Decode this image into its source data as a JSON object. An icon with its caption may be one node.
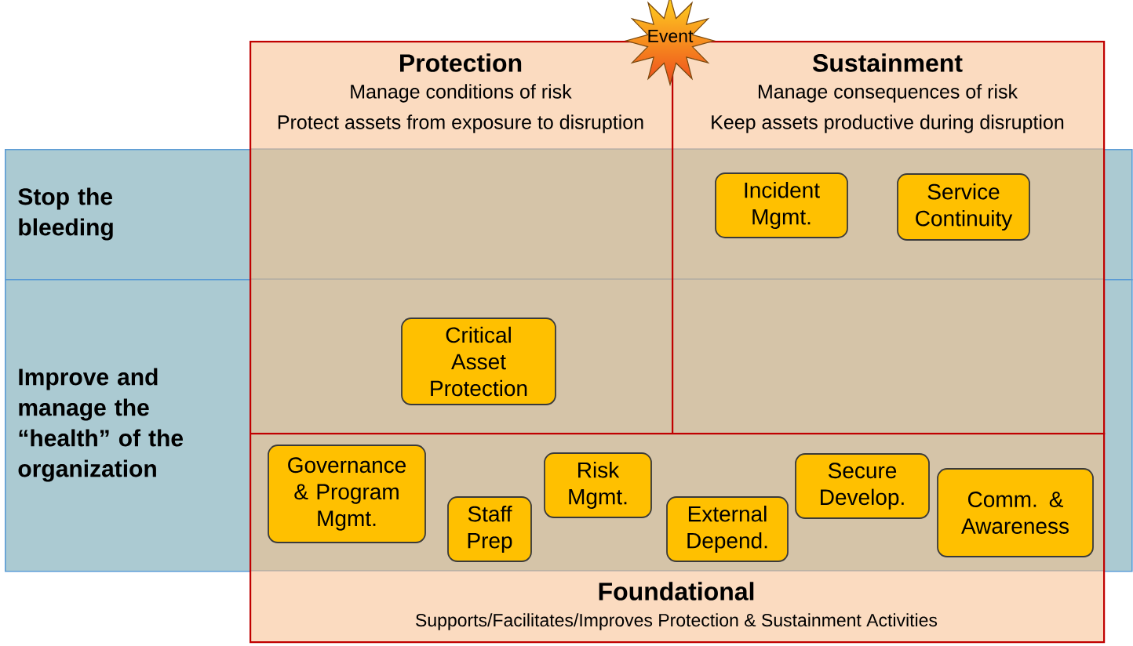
{
  "diagram": {
    "nodes": [
      {
        "text": [
          "Event"
        ]
      },
      {
        "text": [
          "Protection",
          "Manage conditions of risk",
          "Protect assets from exposure to disruption"
        ]
      },
      {
        "text": [
          "Sustainment",
          "Manage consequences of risk",
          "Keep assets productive during disruption"
        ]
      },
      {
        "text": [
          "Stop the bleeding"
        ]
      },
      {
        "text": [
          "Incident Mgmt."
        ]
      },
      {
        "text": [
          "Service Continuity"
        ]
      },
      {
        "text": [
          "Improve and manage the “health” of the organization"
        ]
      },
      {
        "text": [
          "Critical Asset Protection"
        ]
      },
      {
        "text": [
          "Foundational",
          "Supports/Facilitates/Improves Protection & Sustainment Activities"
        ]
      },
      {
        "text": [
          "Governance & Program Mgmt."
        ]
      },
      {
        "text": [
          "Staff Prep"
        ]
      },
      {
        "text": [
          "Risk Mgmt."
        ]
      },
      {
        "text": [
          "External Depend."
        ]
      },
      {
        "text": [
          "Secure Develop."
        ]
      },
      {
        "text": [
          "Comm. & Awareness"
        ]
      }
    ]
  }
}
